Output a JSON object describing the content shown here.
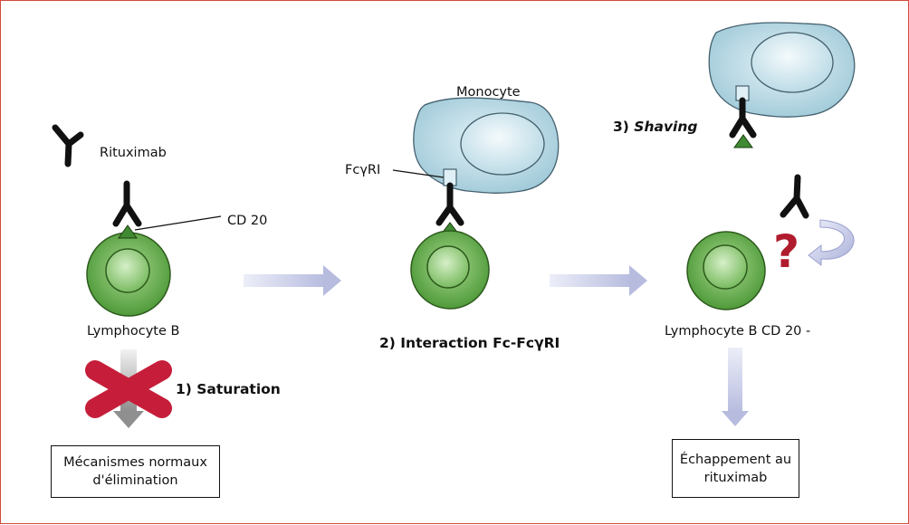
{
  "labels": {
    "rituximab": "Rituximab",
    "cd20": "CD 20",
    "lymphocyte_b": "Lymphocyte B",
    "saturation": "1) Saturation",
    "monocyte": "Monocyte",
    "fcgri": "FcγRI",
    "interaction": "2) Interaction Fc-FcγRI",
    "shaving_num": "3)",
    "shaving_word": "Shaving",
    "lymphocyte_b_cd20neg": "Lymphocyte B CD 20 -",
    "question_mark": "?"
  },
  "boxes": {
    "mecanismes_line1": "Mécanismes normaux",
    "mecanismes_line2": "d'élimination",
    "echappement_line1": "Échappement au",
    "echappement_line2": "rituximab"
  },
  "colors": {
    "border": "#d14a3c",
    "cell_green": "#5fa844",
    "cell_outline": "#2d5a1d",
    "monocyte_blue": "#b9dbe6",
    "arrow_lavender": "#c9cde6",
    "cross_red": "#c61e3a",
    "question_red": "#b01c2e"
  }
}
